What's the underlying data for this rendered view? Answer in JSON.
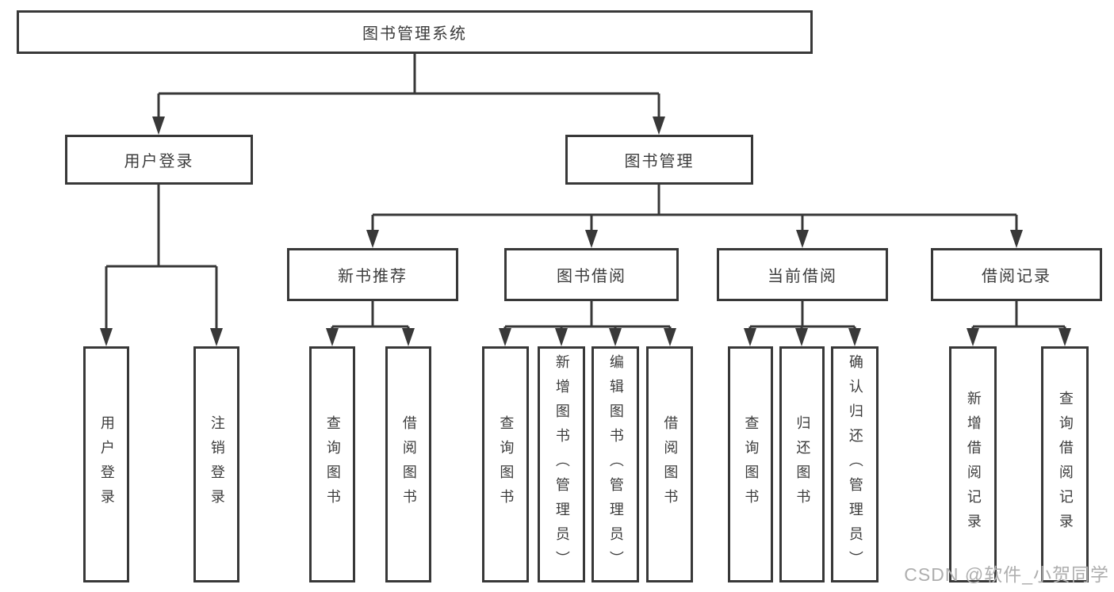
{
  "diagram": {
    "title_node": "图书管理系统",
    "level2": {
      "user_login": "用户登录",
      "book_management": "图书管理"
    },
    "level3": {
      "new_book_recommend": "新书推荐",
      "book_borrowing": "图书借阅",
      "current_borrowing": "当前借阅",
      "borrowing_records": "借阅记录"
    },
    "leaves": {
      "user_login": [
        "用户登录",
        "注销登录"
      ],
      "new_book_recommend": [
        "查询图书",
        "借阅图书"
      ],
      "book_borrowing": [
        "查询图书",
        "新增图书（管理员）",
        "编辑图书（管理员）",
        "借阅图书"
      ],
      "current_borrowing": [
        "查询图书",
        "归还图书",
        "确认归还（管理员）"
      ],
      "borrowing_records": [
        "新增借阅记录",
        "查询借阅记录"
      ]
    }
  },
  "watermark": "CSDN @软件_小贺同学",
  "colors": {
    "line": "#383838",
    "box_border": "#383838",
    "box_fill": "#ffffff",
    "text": "#3c3c3c",
    "watermark": "#aeaeae",
    "background": "#ffffff"
  }
}
